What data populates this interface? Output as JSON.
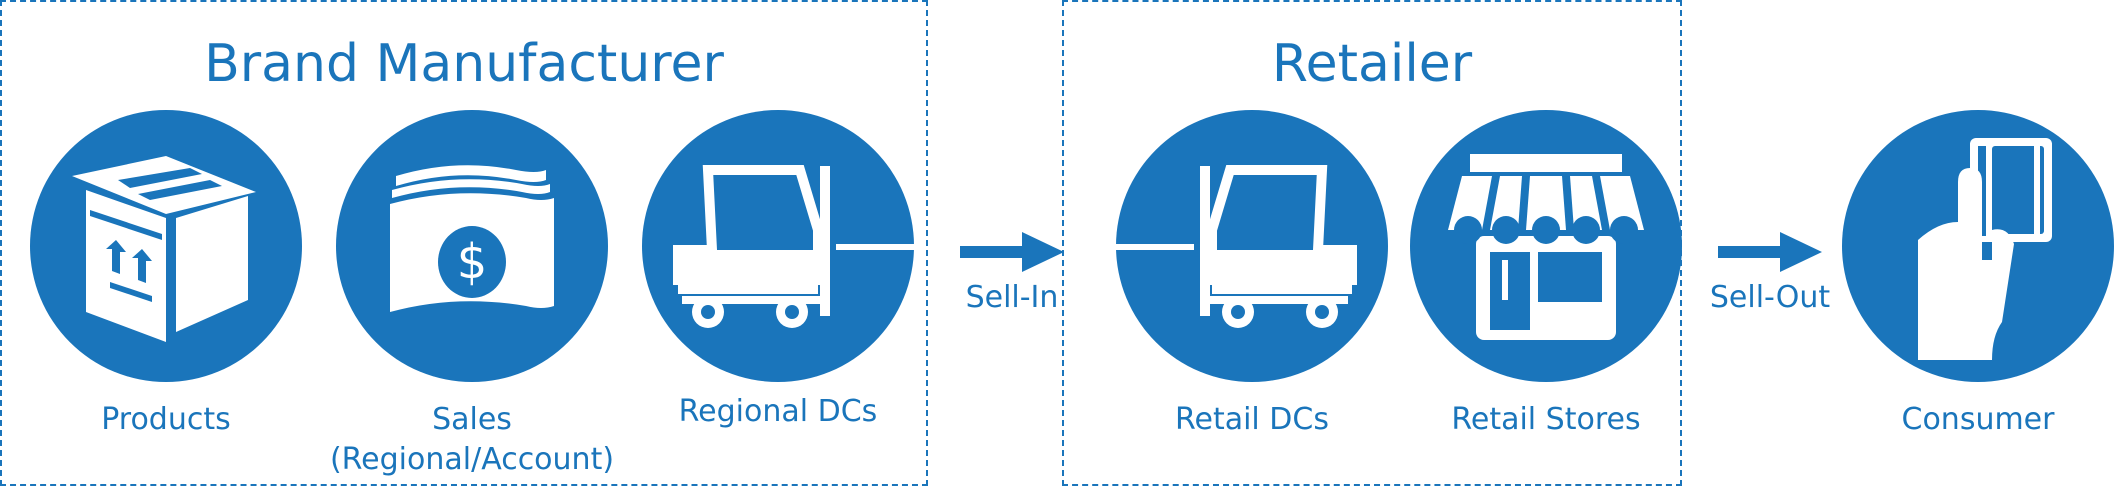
{
  "groups": {
    "brand": {
      "title": "Brand  Manufacturer"
    },
    "retailer": {
      "title": "Retailer"
    }
  },
  "nodes": {
    "products": {
      "label": "Products",
      "icon": "box-icon"
    },
    "sales": {
      "label": "Sales\n(Regional/Account)",
      "icon": "cash-icon"
    },
    "regional_dcs": {
      "label": "Regional  DCs",
      "icon": "forklift-icon"
    },
    "retail_dcs": {
      "label": "Retail DCs",
      "icon": "forklift-icon"
    },
    "retail_stores": {
      "label": "Retail Stores",
      "icon": "storefront-icon"
    },
    "consumer": {
      "label": "Consumer",
      "icon": "card-payment-icon"
    }
  },
  "flows": {
    "sell_in": {
      "label": "Sell-In"
    },
    "sell_out": {
      "label": "Sell-Out"
    }
  },
  "colors": {
    "accent": "#1a75bb",
    "background": "#ffffff"
  }
}
